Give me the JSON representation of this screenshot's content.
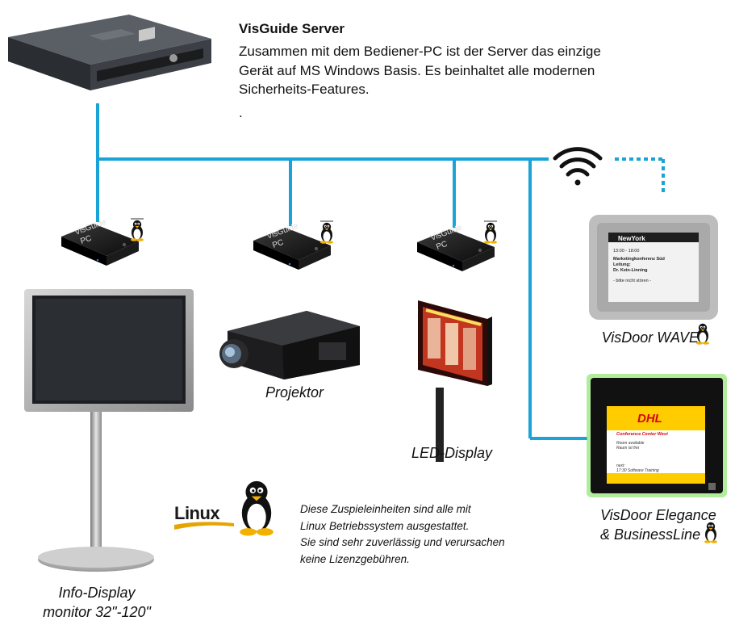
{
  "server": {
    "title": "VisGuide Server",
    "description_lines": [
      "Zusammen mit dem Bediener-PC ist der Server das einzige",
      "Gerät auf MS Windows Basis. Es beinhaltet alle modernen",
      "Sicherheits-Features."
    ],
    "trailing_dot": "."
  },
  "player_label": "VisGuide PC",
  "player_label_lines": [
    "VisGuide",
    "PC"
  ],
  "devices": {
    "info_display": [
      "Info-Display",
      "monitor 32\"-120\""
    ],
    "projector": "Projektor",
    "led_display": "LED-Display",
    "visdoor_wave": "VisDoor WAVE",
    "visdoor_elegance": [
      "VisDoor Elegance",
      "& BusinessLine"
    ]
  },
  "linux_logo_text": "Linux",
  "linux_note": [
    "Diese Zuspieleinheiten sind alle mit",
    "Linux Betriebssystem ausgestattet.",
    "Sie sind sehr zuverlässig und verursachen",
    "keine Lizenzgebühren."
  ],
  "wave_screen": {
    "header": "NewYork",
    "lines": [
      "13:00 - 18:00",
      "Marketingkonferenz Süd",
      "Leitung:",
      "Dr. Kein-Linning",
      "",
      "- bitte nicht stören -"
    ]
  },
  "elegance_screen": {
    "brand": "DHL",
    "room": "Conference Center West",
    "status_lines": [
      "Room available",
      "Raum ist frei"
    ],
    "next_lines": [
      "next:",
      "17:30 Software Training"
    ]
  },
  "colors": {
    "network_line": "#1aa3d6",
    "dhl_yellow": "#ffcc00",
    "dhl_red": "#d40511",
    "elegance_glow": "#6fdc4a"
  }
}
